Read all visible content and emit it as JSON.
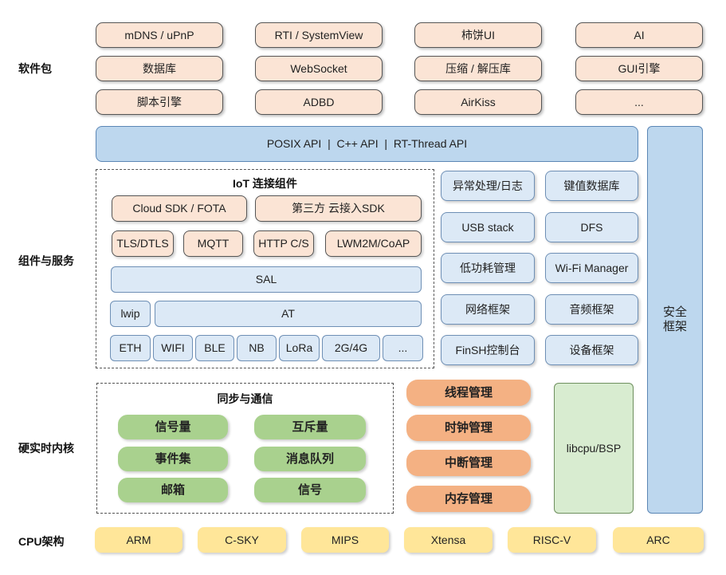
{
  "layers": {
    "packages": "软件包",
    "components": "组件与服务",
    "kernel": "硬实时内核",
    "cpu": "CPU架构"
  },
  "packages": [
    "mDNS / uPnP",
    "RTI / SystemView",
    "柿饼UI",
    "AI",
    "数据库",
    "WebSocket",
    "压缩 / 解压库",
    "GUI引擎",
    "脚本引擎",
    "ADBD",
    "AirKiss",
    "..."
  ],
  "api": "POSIX API  |  C++ API  |  RT-Thread API",
  "security": "安全\n框架",
  "iot": {
    "title": "IoT 连接组件",
    "cloud": "Cloud SDK / FOTA",
    "third_party": "第三方 云接入SDK",
    "protocols": [
      "TLS/DTLS",
      "MQTT",
      "HTTP C/S",
      "LWM2M/CoAP"
    ],
    "sal": "SAL",
    "lwip": "lwip",
    "at": "AT",
    "links": [
      "ETH",
      "WIFI",
      "BLE",
      "NB",
      "LoRa",
      "2G/4G",
      "..."
    ]
  },
  "services": [
    "异常处理/日志",
    "键值数据库",
    "USB stack",
    "DFS",
    "低功耗管理",
    "Wi-Fi Manager",
    "网络框架",
    "音频框架",
    "FinSH控制台",
    "设备框架"
  ],
  "sync": {
    "title": "同步与通信",
    "items": [
      "信号量",
      "互斥量",
      "事件集",
      "消息队列",
      "邮箱",
      "信号"
    ]
  },
  "kernel": [
    "线程管理",
    "时钟管理",
    "中断管理",
    "内存管理"
  ],
  "libcpu": "libcpu/BSP",
  "cpu": [
    "ARM",
    "C-SKY",
    "MIPS",
    "Xtensa",
    "RISC-V",
    "ARC"
  ],
  "colors": {
    "package_fill": "#fbe4d5",
    "api_fill": "#bdd7ee",
    "service_fill": "#dce9f6",
    "sync_fill": "#a9d18e",
    "kernel_fill": "#f4b183",
    "cpu_fill": "#ffe699"
  }
}
